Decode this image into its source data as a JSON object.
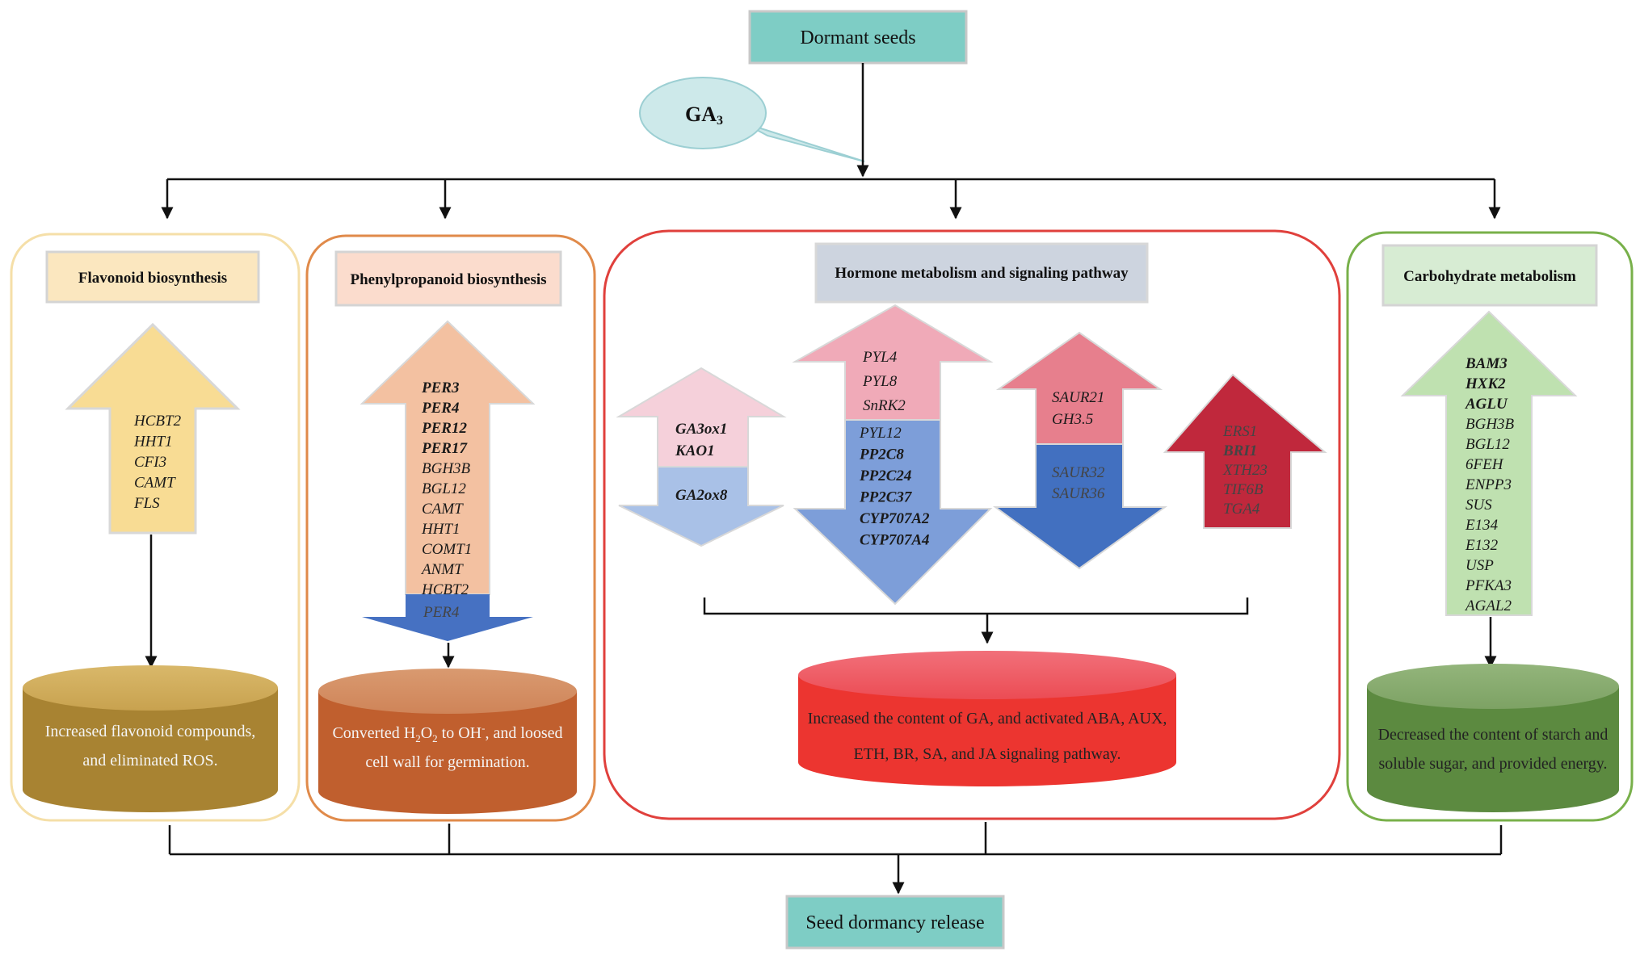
{
  "start": "Dormant seeds",
  "treatment": "GA",
  "treatment_sub": "3",
  "end": "Seed dormancy release",
  "modules": {
    "flavonoid": {
      "title": "Flavonoid biosynthesis",
      "up": [
        {
          "t": "HCBT2",
          "b": false
        },
        {
          "t": "HHT1",
          "b": false
        },
        {
          "t": "CFI3",
          "b": false
        },
        {
          "t": "CAMT",
          "b": false
        },
        {
          "t": "FLS",
          "b": false
        }
      ],
      "outcome": [
        "Increased flavonoid compounds,",
        "and eliminated ROS."
      ]
    },
    "phenylpropanoid": {
      "title": "Phenylpropanoid biosynthesis",
      "up": [
        {
          "t": "PER3",
          "b": true
        },
        {
          "t": "PER4",
          "b": true
        },
        {
          "t": "PER12",
          "b": true
        },
        {
          "t": "PER17",
          "b": true
        },
        {
          "t": "BGH3B",
          "b": false
        },
        {
          "t": "BGL12",
          "b": false
        },
        {
          "t": "CAMT",
          "b": false
        },
        {
          "t": "HHT1",
          "b": false
        },
        {
          "t": "COMT1",
          "b": false
        },
        {
          "t": "ANMT",
          "b": false
        },
        {
          "t": "HCBT2",
          "b": false
        }
      ],
      "down": [
        {
          "t": "PER4",
          "b": false
        }
      ],
      "outcome_1a": "Converted H",
      "outcome_1sub1": "2",
      "outcome_1b": "O",
      "outcome_1sub2": "2",
      "outcome_1c": " to OH",
      "outcome_1sup": "-",
      "outcome_1d": ", and loosed",
      "outcome_2": "cell wall for germination."
    },
    "hormone": {
      "title": "Hormone metabolism and signaling pathway",
      "ga_up": [
        {
          "t": "GA3ox1",
          "b": true
        },
        {
          "t": "KAO1",
          "b": true
        }
      ],
      "ga_down": [
        {
          "t": "GA2ox8",
          "b": true
        }
      ],
      "aba_up": [
        {
          "t": "PYL4",
          "b": false
        },
        {
          "t": "PYL8",
          "b": false
        },
        {
          "t": "SnRK2",
          "b": false
        }
      ],
      "aba_down": [
        {
          "t": "PYL12",
          "b": false
        },
        {
          "t": "PP2C8",
          "b": true
        },
        {
          "t": "PP2C24",
          "b": true
        },
        {
          "t": "PP2C37",
          "b": true
        },
        {
          "t": "CYP707A2",
          "b": true
        },
        {
          "t": "CYP707A4",
          "b": true
        }
      ],
      "aux_up": [
        {
          "t": "SAUR21",
          "b": false
        },
        {
          "t": "GH3.5",
          "b": false
        }
      ],
      "aux_down": [
        {
          "t": "SAUR32",
          "b": false
        },
        {
          "t": "SAUR36",
          "b": false
        }
      ],
      "other_up": [
        {
          "t": "ERS1",
          "b": false
        },
        {
          "t": "BRI1",
          "b": true
        },
        {
          "t": "XTH23",
          "b": false
        },
        {
          "t": "TIF6B",
          "b": false
        },
        {
          "t": "TGA4",
          "b": false
        }
      ],
      "outcome": [
        "Increased the content of GA, and activated ABA, AUX,",
        "ETH, BR, SA, and JA signaling pathway."
      ]
    },
    "carbohydrate": {
      "title": "Carbohydrate metabolism",
      "up": [
        {
          "t": "BAM3",
          "b": true
        },
        {
          "t": "HXK2",
          "b": true
        },
        {
          "t": "AGLU",
          "b": true
        },
        {
          "t": "BGH3B",
          "b": false
        },
        {
          "t": "BGL12",
          "b": false
        },
        {
          "t": "6FEH",
          "b": false
        },
        {
          "t": "ENPP3",
          "b": false
        },
        {
          "t": "SUS",
          "b": false
        },
        {
          "t": "E134",
          "b": false
        },
        {
          "t": "E132",
          "b": false
        },
        {
          "t": "USP",
          "b": false
        },
        {
          "t": "PFKA3",
          "b": false
        },
        {
          "t": "AGAL2",
          "b": false
        }
      ],
      "outcome": [
        "Decreased the content of starch and",
        "soluble sugar, and provided energy."
      ]
    }
  }
}
